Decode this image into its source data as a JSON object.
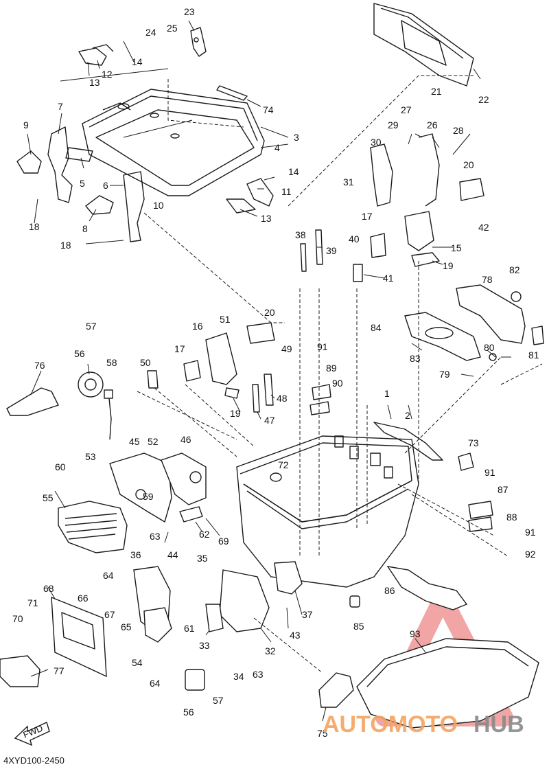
{
  "callouts": [
    "1",
    "2",
    "3",
    "4",
    "5",
    "6",
    "7",
    "8",
    "9",
    "10",
    "11",
    "12",
    "13",
    "14",
    "15",
    "16",
    "17",
    "18",
    "19",
    "20",
    "21",
    "22",
    "23",
    "24",
    "25",
    "26",
    "27",
    "28",
    "29",
    "30",
    "31",
    "32",
    "33",
    "34",
    "35",
    "36",
    "37",
    "38",
    "39",
    "40",
    "41",
    "42",
    "43",
    "44",
    "45",
    "46",
    "47",
    "48",
    "49",
    "50",
    "51",
    "52",
    "53",
    "54",
    "55",
    "56",
    "57",
    "58",
    "59",
    "60",
    "61",
    "62",
    "63",
    "64",
    "65",
    "66",
    "67",
    "68",
    "69",
    "70",
    "71",
    "72",
    "73",
    "74",
    "75",
    "76",
    "77",
    "78",
    "79",
    "80",
    "81",
    "82",
    "83",
    "84",
    "85",
    "86",
    "87",
    "88",
    "89",
    "90",
    "91",
    "92",
    "93"
  ],
  "labels": {
    "n1": "1",
    "n2": "2",
    "n3": "3",
    "n4": "4",
    "n5": "5",
    "n6": "6",
    "n7": "7",
    "n8": "8",
    "n9": "9",
    "n10": "10",
    "n11": "11",
    "n12": "12",
    "n13a": "13",
    "n13b": "13",
    "n14a": "14",
    "n14b": "14",
    "n15": "15",
    "n16": "16",
    "n17a": "17",
    "n17b": "17",
    "n18a": "18",
    "n18b": "18",
    "n19a": "19",
    "n19b": "19",
    "n20a": "20",
    "n20b": "20",
    "n21": "21",
    "n22": "22",
    "n23": "23",
    "n24": "24",
    "n25": "25",
    "n26": "26",
    "n27": "27",
    "n28": "28",
    "n29": "29",
    "n30": "30",
    "n31": "31",
    "n32": "32",
    "n33": "33",
    "n34": "34",
    "n35": "35",
    "n36": "36",
    "n37": "37",
    "n38": "38",
    "n39": "39",
    "n40": "40",
    "n41": "41",
    "n42": "42",
    "n43": "43",
    "n44": "44",
    "n45": "45",
    "n46": "46",
    "n47": "47",
    "n48": "48",
    "n49": "49",
    "n50": "50",
    "n51": "51",
    "n52": "52",
    "n53": "53",
    "n54": "54",
    "n55": "55",
    "n56a": "56",
    "n56b": "56",
    "n57a": "57",
    "n57b": "57",
    "n58": "58",
    "n59": "59",
    "n60": "60",
    "n61": "61",
    "n62": "62",
    "n63a": "63",
    "n63b": "63",
    "n64a": "64",
    "n64b": "64",
    "n65": "65",
    "n66": "66",
    "n67": "67",
    "n68": "68",
    "n69": "69",
    "n70": "70",
    "n71": "71",
    "n72": "72",
    "n73": "73",
    "n74": "74",
    "n75": "75",
    "n76": "76",
    "n77": "77",
    "n78": "78",
    "n79": "79",
    "n80": "80",
    "n81": "81",
    "n82": "82",
    "n83": "83",
    "n84": "84",
    "n85": "85",
    "n86": "86",
    "n87": "87",
    "n88": "88",
    "n89": "89",
    "n90": "90",
    "n91a": "91",
    "n91b": "91",
    "n91c": "91",
    "n92": "92",
    "n93": "93"
  },
  "fwd_label": "FWD",
  "diagram_code": "4XYD100-2450",
  "watermark": {
    "text_part1": "AUTOMOTO",
    "text_part2": "HUB",
    "color_part1": "#f4a460",
    "color_part2": "#8a8a8a",
    "logo_color": "#e23a3a"
  },
  "colors": {
    "line": "#1a1a1a",
    "background": "#ffffff"
  }
}
